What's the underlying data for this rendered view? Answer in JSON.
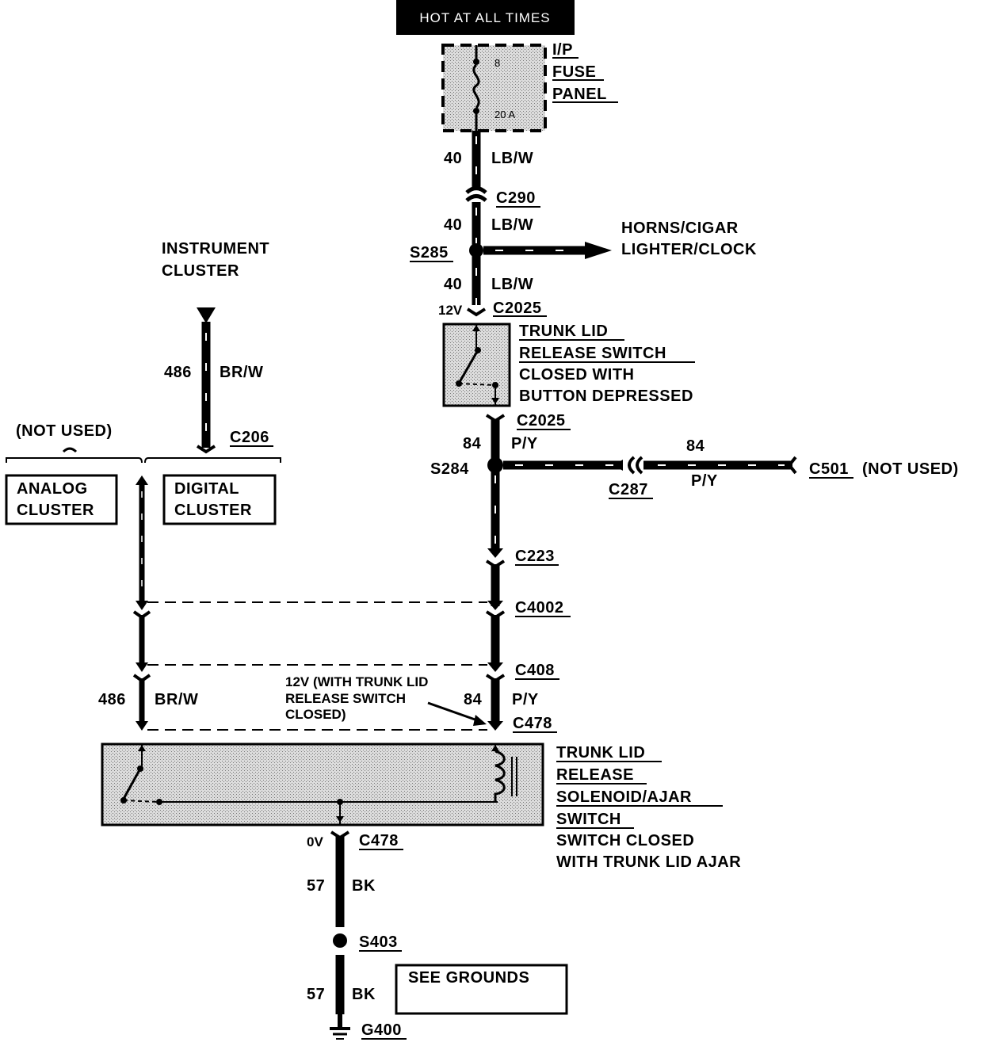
{
  "header": {
    "power_label": "HOT AT ALL TIMES"
  },
  "fuse_panel": {
    "line1": "I/P",
    "line2": "FUSE",
    "line3": "PANEL",
    "fuse_number": "8",
    "fuse_rating": "20 A"
  },
  "wires": {
    "w40_a": {
      "circuit": "40",
      "color": "LB/W"
    },
    "w40_b": {
      "circuit": "40",
      "color": "LB/W"
    },
    "w40_c": {
      "circuit": "40",
      "color": "LB/W"
    },
    "w84_a": {
      "circuit": "84",
      "color": "P/Y"
    },
    "w84_branch": {
      "circuit": "84",
      "color": "P/Y"
    },
    "w84_b": {
      "circuit": "84",
      "color": "P/Y"
    },
    "w486_top": {
      "circuit": "486",
      "color": "BR/W"
    },
    "w486_bottom": {
      "circuit": "486",
      "color": "BR/W"
    },
    "w57_a": {
      "circuit": "57",
      "color": "BK"
    },
    "w57_b": {
      "circuit": "57",
      "color": "BK"
    }
  },
  "connectors": {
    "c290": "C290",
    "c2025_top": "C2025",
    "c2025_bottom": "C2025",
    "c206": "C206",
    "c287": "C287",
    "c501": "C501",
    "c223": "C223",
    "c4002": "C4002",
    "c408": "C408",
    "c478_top": "C478",
    "c478_bottom": "C478"
  },
  "splices": {
    "s285": "S285",
    "s284": "S284",
    "s403": "S403"
  },
  "ground": {
    "g400": "G400"
  },
  "voltages": {
    "v12": "12V",
    "v0": "0V"
  },
  "horns": {
    "line1": "HORNS/CIGAR",
    "line2": "LIGHTER/CLOCK"
  },
  "trunk_switch": {
    "line1": "TRUNK LID",
    "line2": "RELEASE SWITCH",
    "line3": "CLOSED WITH",
    "line4": "BUTTON DEPRESSED"
  },
  "instrument": {
    "line1": "INSTRUMENT",
    "line2": "CLUSTER"
  },
  "clusters": {
    "not_used_left": "(NOT USED)",
    "not_used_right": "(NOT USED)",
    "analog_line1": "ANALOG",
    "analog_line2": "CLUSTER",
    "digital_line1": "DIGITAL",
    "digital_line2": "CLUSTER"
  },
  "note": {
    "line1": "12V (WITH TRUNK LID",
    "line2": "RELEASE SWITCH",
    "line3": "CLOSED)"
  },
  "solenoid": {
    "line1": "TRUNK LID",
    "line2": "RELEASE",
    "line3": "SOLENOID/AJAR",
    "line4": "SWITCH",
    "line5": "SWITCH CLOSED",
    "line6": "WITH TRUNK LID AJAR"
  },
  "grounds_ref": "SEE GROUNDS"
}
